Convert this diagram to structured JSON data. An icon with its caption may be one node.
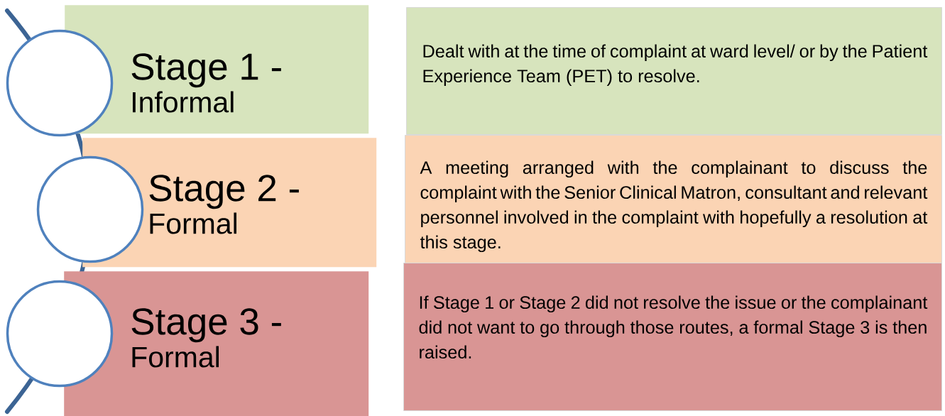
{
  "diagram": {
    "nodes": [
      {
        "text": [
          "Stage 1 -",
          "Informal"
        ]
      },
      {
        "text": [],
        "shape": "circle"
      },
      {
        "text": [
          "Dealt with at the time of complaint at ward level/ or by the Patient Experience Team (PET) to resolve."
        ]
      },
      {
        "text": [
          "Stage 2 -",
          "Formal"
        ]
      },
      {
        "text": [],
        "shape": "circle"
      },
      {
        "text": [
          "A meeting arranged with the complainant to discuss the complaint with the Senior Clinical Matron, consultant and relevant personnel involved in the complaint with hopefully a resolution at this stage."
        ]
      },
      {
        "text": [
          "Stage 3 -",
          "Formal"
        ]
      },
      {
        "text": [],
        "shape": "circle"
      },
      {
        "text": [
          "If Stage 1 or Stage 2 did not resolve the issue or the complainant did not want to go through those routes, a formal Stage 3 is then raised."
        ]
      }
    ]
  }
}
